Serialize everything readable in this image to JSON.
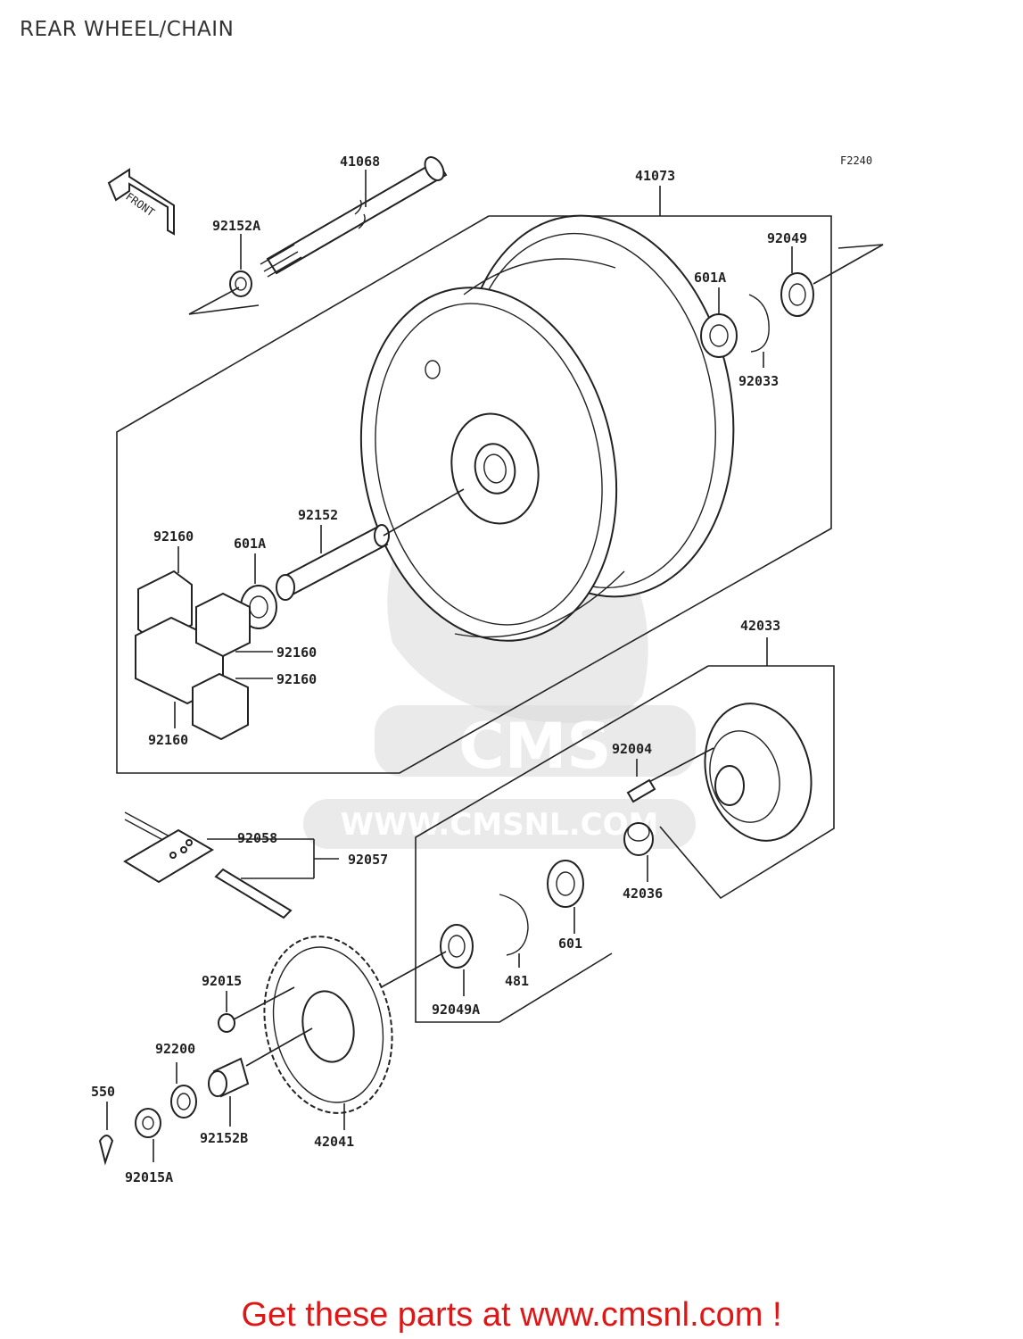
{
  "title": "REAR WHEEL/CHAIN",
  "figure_code": "F2240",
  "front_arrow_label": "FRONT",
  "watermark": {
    "brand": "CMS",
    "url": "WWW.CMSNL.COM"
  },
  "parts": [
    {
      "id": "41068",
      "label": "41068"
    },
    {
      "id": "41073",
      "label": "41073"
    },
    {
      "id": "92152A",
      "label": "92152A"
    },
    {
      "id": "92049",
      "label": "92049"
    },
    {
      "id": "601A-top",
      "label": "601A"
    },
    {
      "id": "92033",
      "label": "92033"
    },
    {
      "id": "92152",
      "label": "92152"
    },
    {
      "id": "92160-a",
      "label": "92160"
    },
    {
      "id": "601A-left",
      "label": "601A"
    },
    {
      "id": "92160-b",
      "label": "92160"
    },
    {
      "id": "92160-c",
      "label": "92160"
    },
    {
      "id": "92160-d",
      "label": "92160"
    },
    {
      "id": "42033",
      "label": "42033"
    },
    {
      "id": "92004",
      "label": "92004"
    },
    {
      "id": "92058",
      "label": "92058"
    },
    {
      "id": "92057",
      "label": "92057"
    },
    {
      "id": "42036",
      "label": "42036"
    },
    {
      "id": "601",
      "label": "601"
    },
    {
      "id": "481",
      "label": "481"
    },
    {
      "id": "92049A",
      "label": "92049A"
    },
    {
      "id": "92015",
      "label": "92015"
    },
    {
      "id": "92200",
      "label": "92200"
    },
    {
      "id": "550",
      "label": "550"
    },
    {
      "id": "92152B",
      "label": "92152B"
    },
    {
      "id": "42041",
      "label": "42041"
    },
    {
      "id": "92015A",
      "label": "92015A"
    }
  ],
  "cta_text": "Get these parts at www.cmsnl.com !",
  "colors": {
    "cta": "#e01515",
    "line": "#222222",
    "watermark": "#d8d8d8"
  }
}
